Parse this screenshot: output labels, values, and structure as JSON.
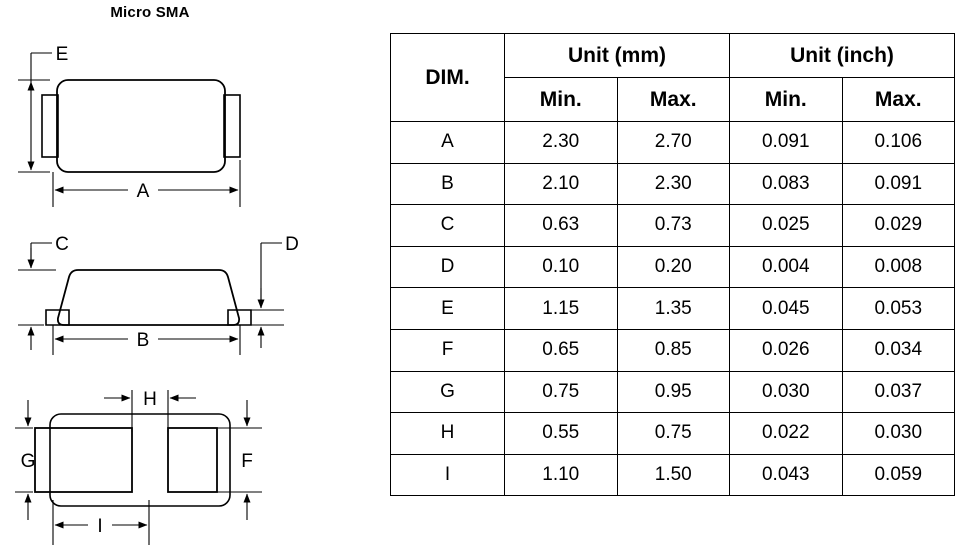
{
  "package": {
    "title": "Micro SMA"
  },
  "drawings": {
    "top_view": {
      "name": "top-view",
      "labels": {
        "width": "A",
        "height": "E"
      }
    },
    "side_view": {
      "name": "side-view",
      "labels": {
        "height": "C",
        "width": "B",
        "lead_thickness": "D"
      }
    },
    "footprint_view": {
      "name": "footprint-view",
      "labels": {
        "pad_height_left": "G",
        "pad_height_right": "F",
        "gap": "H",
        "pad_width": "I"
      }
    }
  },
  "table": {
    "headers": {
      "dim": "DIM.",
      "unit_mm": "Unit (mm)",
      "unit_inch": "Unit (inch)",
      "mm_min": "Min.",
      "mm_max": "Max.",
      "inch_min": "Min.",
      "inch_max": "Max."
    },
    "rows": [
      {
        "dim": "A",
        "mm_min": "2.30",
        "mm_max": "2.70",
        "inch_min": "0.091",
        "inch_max": "0.106"
      },
      {
        "dim": "B",
        "mm_min": "2.10",
        "mm_max": "2.30",
        "inch_min": "0.083",
        "inch_max": "0.091"
      },
      {
        "dim": "C",
        "mm_min": "0.63",
        "mm_max": "0.73",
        "inch_min": "0.025",
        "inch_max": "0.029"
      },
      {
        "dim": "D",
        "mm_min": "0.10",
        "mm_max": "0.20",
        "inch_min": "0.004",
        "inch_max": "0.008"
      },
      {
        "dim": "E",
        "mm_min": "1.15",
        "mm_max": "1.35",
        "inch_min": "0.045",
        "inch_max": "0.053"
      },
      {
        "dim": "F",
        "mm_min": "0.65",
        "mm_max": "0.85",
        "inch_min": "0.026",
        "inch_max": "0.034"
      },
      {
        "dim": "G",
        "mm_min": "0.75",
        "mm_max": "0.95",
        "inch_min": "0.030",
        "inch_max": "0.037"
      },
      {
        "dim": "H",
        "mm_min": "0.55",
        "mm_max": "0.75",
        "inch_min": "0.022",
        "inch_max": "0.030"
      },
      {
        "dim": "I",
        "mm_min": "1.10",
        "mm_max": "1.50",
        "inch_min": "0.043",
        "inch_max": "0.059"
      }
    ]
  },
  "colors": {
    "line": "#000000",
    "background": "#ffffff"
  }
}
